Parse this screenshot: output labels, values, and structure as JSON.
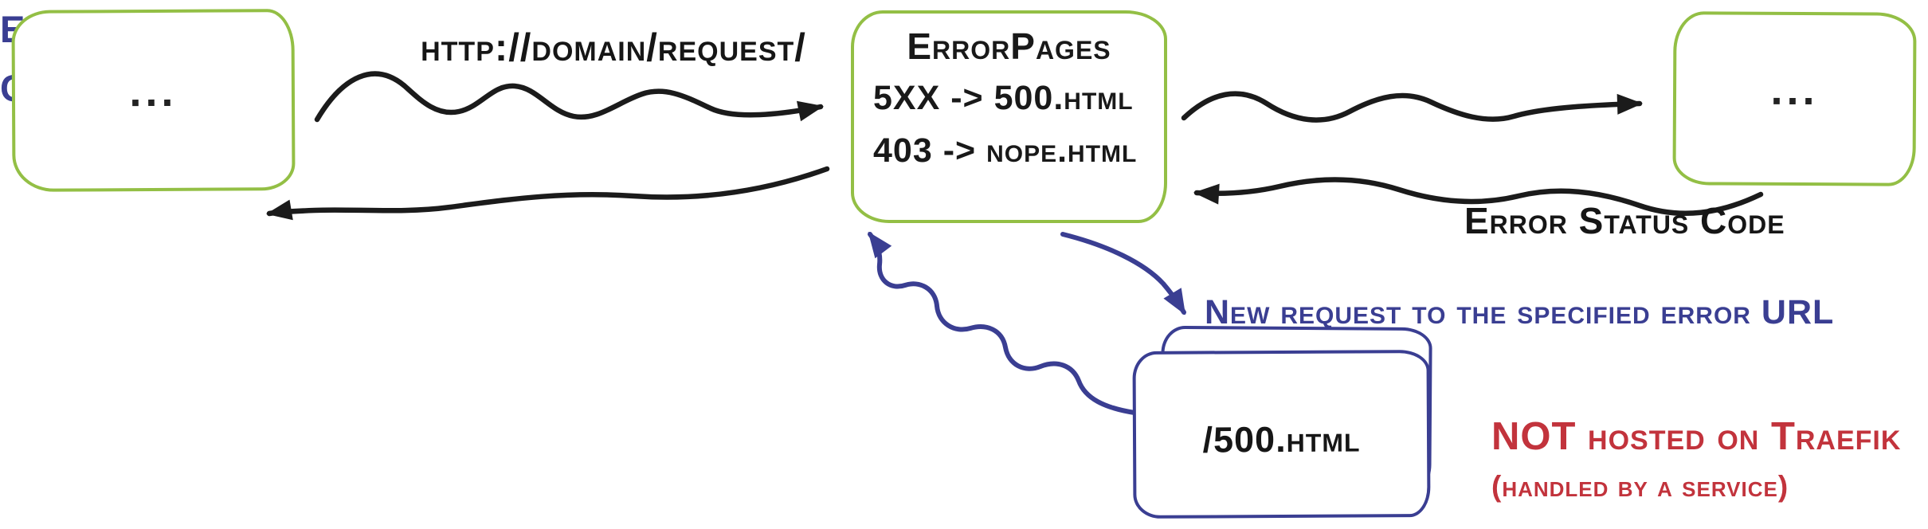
{
  "diagram": {
    "request_label": "http://domain/request/",
    "left_box": {
      "label": "..."
    },
    "middle_box": {
      "title": "ErrorPages",
      "rule1": "5XX -> 500.html",
      "rule2": "403 -> nope.html"
    },
    "right_box": {
      "label": "..."
    },
    "error_status_label": "Error Status Code",
    "new_request_label": "New request to the specified error URL",
    "error_page_content": {
      "line1": "Error Page",
      "line2": "Content"
    },
    "card_label": "/500.html",
    "not_hosted": {
      "line1": "NOT hosted on Traefik",
      "line2": "(handled by a service)"
    },
    "colors": {
      "box_green": "#93bf45",
      "arrow_ink": "#1b1b1b",
      "blue": "#3a3e92",
      "red": "#c2333c"
    }
  }
}
